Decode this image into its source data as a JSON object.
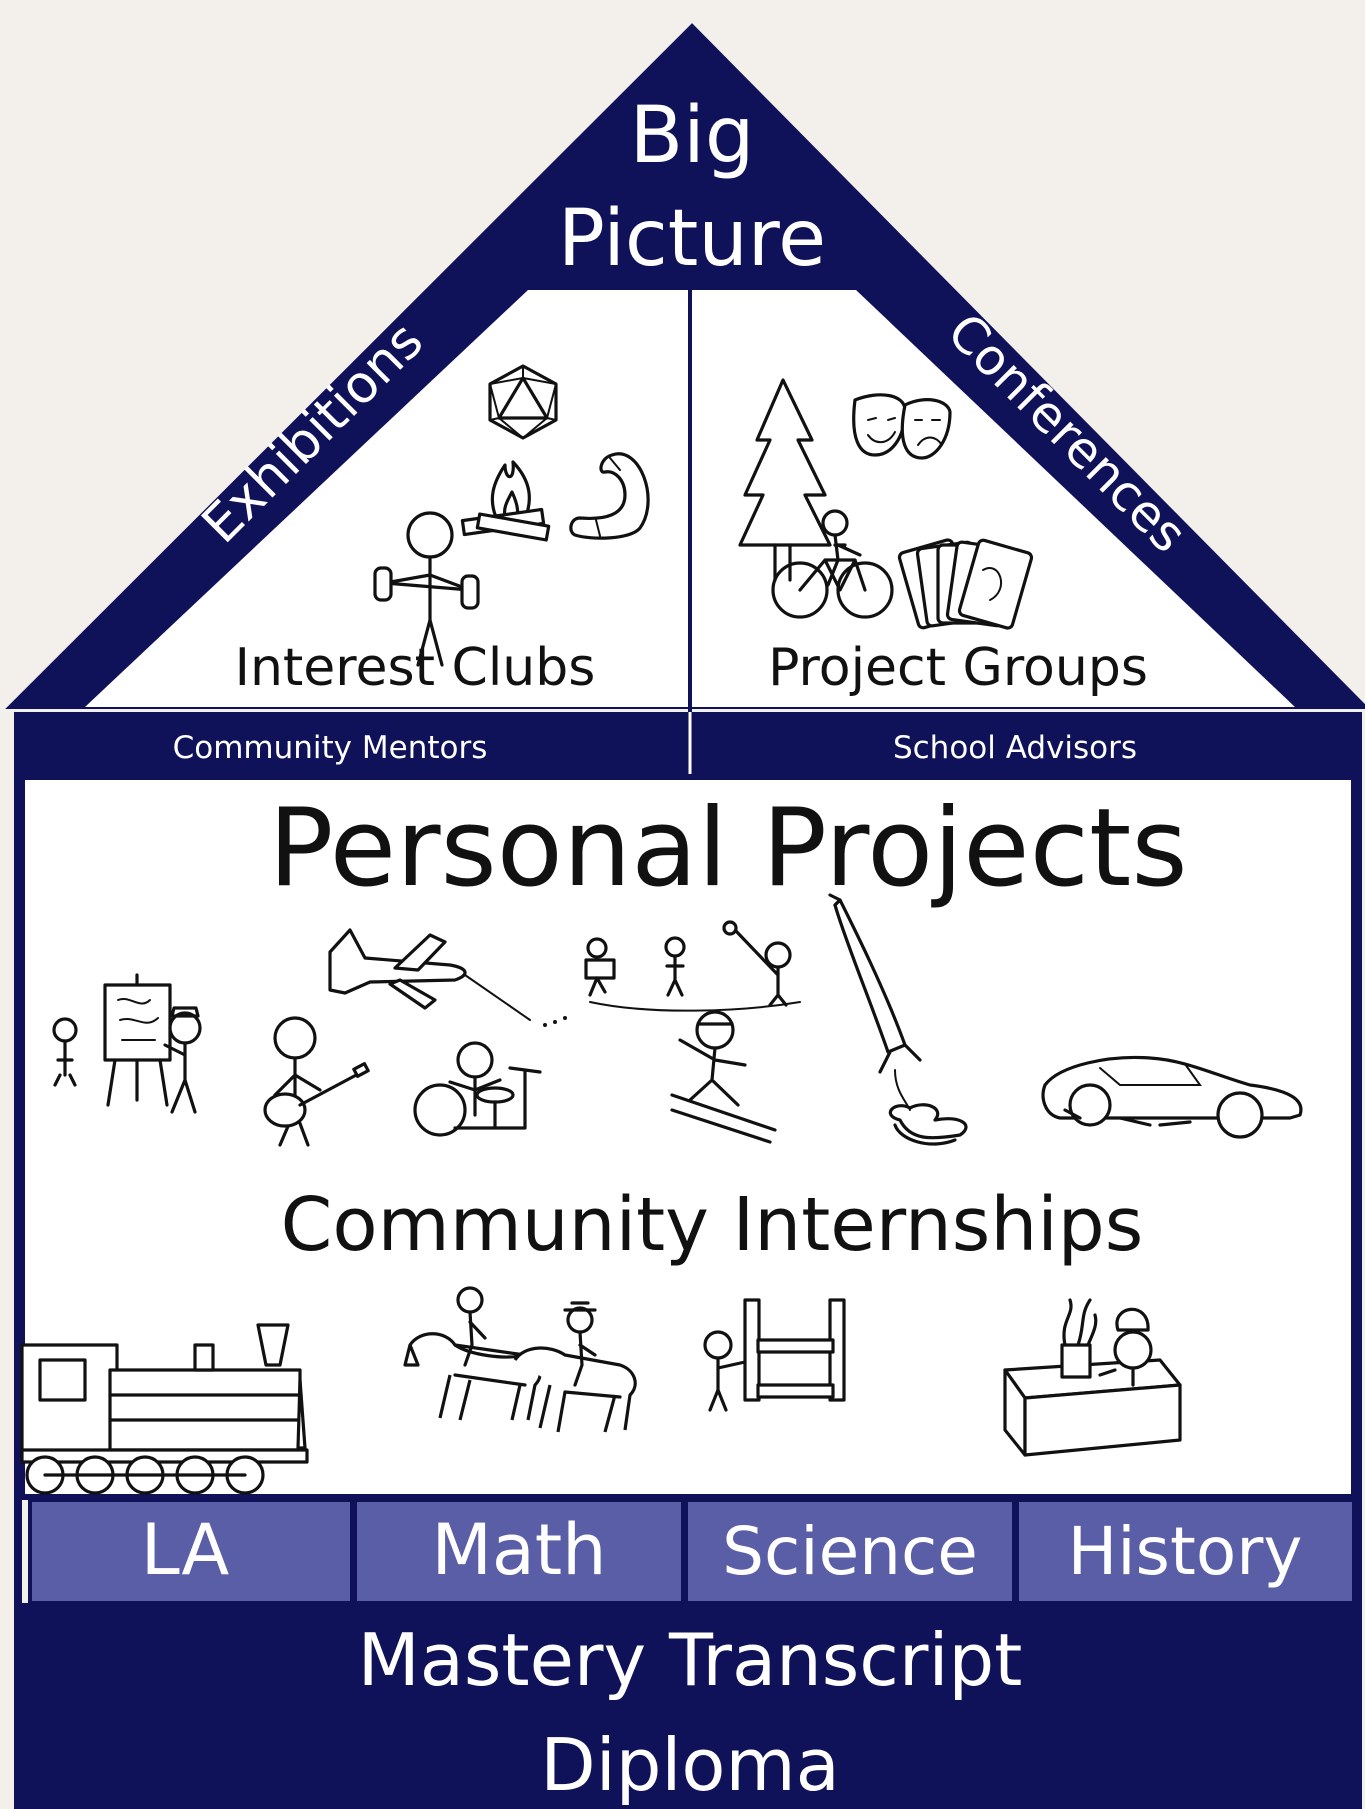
{
  "roof": {
    "peak_line1": "Big",
    "peak_line2": "Picture",
    "left_side": "Exhibitions",
    "right_side": "Conferences",
    "left_room": "Interest Clubs",
    "right_room": "Project Groups"
  },
  "support_band": {
    "left": "Community Mentors",
    "right": "School Advisors"
  },
  "main": {
    "heading": "Personal Projects",
    "subheading": "Community Internships"
  },
  "subjects": [
    "LA",
    "Math",
    "Science",
    "History"
  ],
  "foundation": {
    "line1": "Mastery Transcript",
    "line2": "Diploma"
  },
  "colors": {
    "navy": "#0f1159",
    "subject_blue": "#5a5ea6",
    "background": "#f3f0eb"
  },
  "icons": {
    "interest_clubs": [
      "d20-dice-icon",
      "campfire-icon",
      "boomerang-icon",
      "weightlifter-icon"
    ],
    "project_groups": [
      "pine-tree-icon",
      "theater-masks-icon",
      "cyclist-icon",
      "playing-cards-icon"
    ],
    "personal_projects": [
      "painter-icon",
      "airplane-icon",
      "guitarist-icon",
      "drummer-icon",
      "filmmaker-icon",
      "skier-icon",
      "rocket-icon",
      "car-repair-icon"
    ],
    "community_internships": [
      "steam-train-icon",
      "horse-riders-icon",
      "carpenter-icon",
      "chef-icon"
    ]
  }
}
